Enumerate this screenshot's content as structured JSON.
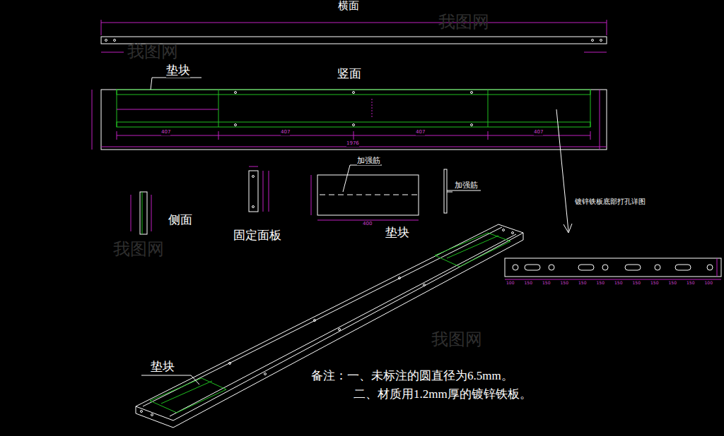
{
  "diagram": {
    "labels": [
      "横面",
      "垫块",
      "竖面",
      "407",
      "407",
      "407",
      "407",
      "1976",
      "加强筋",
      "加强筋",
      "侧面",
      "固定面板",
      "垫块",
      "镀锌铁板底部打孔详图",
      "垫块",
      "备注：一、未标注的圆直径为6.5mm。",
      "二、材质用1.2mm厚的镀锌铁板。",
      "400",
      "100",
      "150",
      "150",
      "150",
      "150",
      "150",
      "150",
      "150",
      "150",
      "150",
      "150",
      "100",
      "我图网",
      "我图网",
      "我图网",
      "我图网"
    ]
  }
}
